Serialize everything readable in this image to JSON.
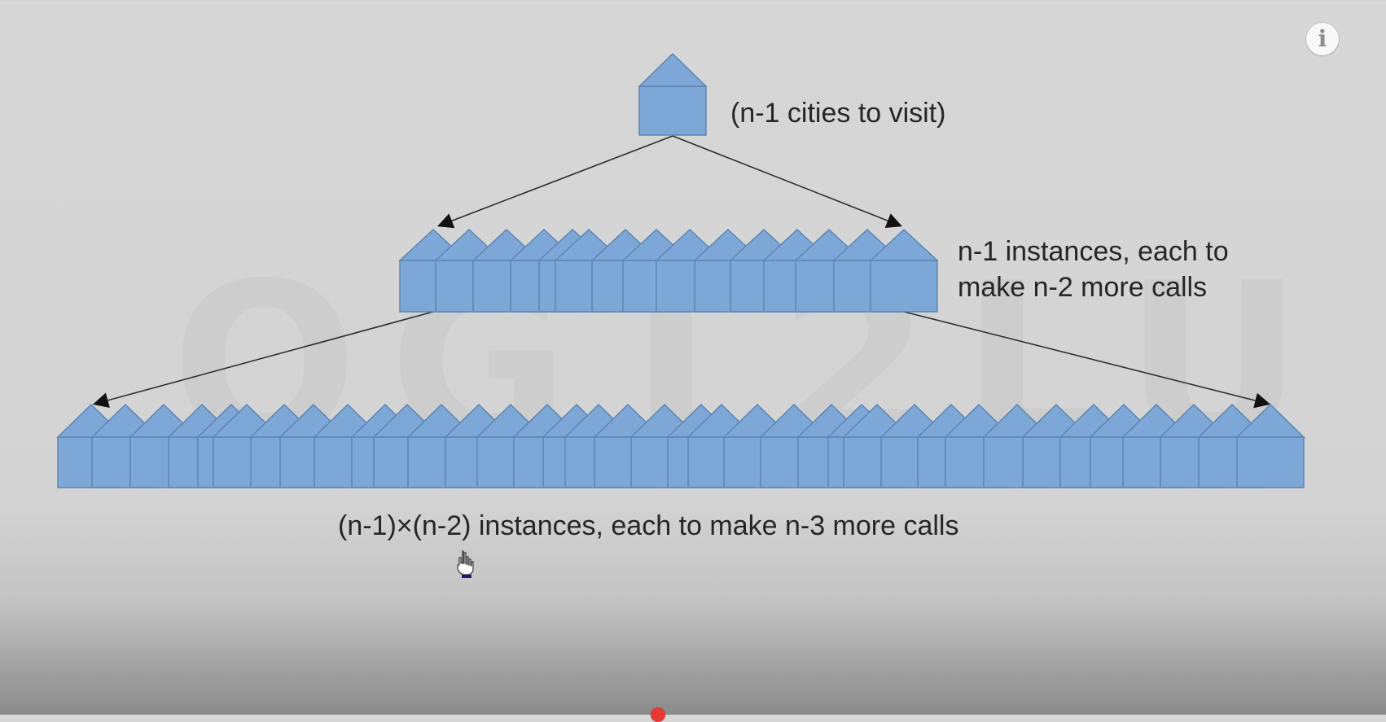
{
  "diagram": {
    "root_text": "(n-1 cities to visit)",
    "level1_text": "n-1 instances, each to\nmake n-2 more calls",
    "level2_text": "(n-1)×(n-2) instances, each to make n-3 more calls"
  },
  "ui": {
    "info_label": "i",
    "info_icon": "info-icon",
    "cursor_icon": "hand-pointer-icon",
    "progress_icon": "progress-dot-icon"
  },
  "colors": {
    "house_fill": "#7ca7d6",
    "house_stroke": "#5d86b4",
    "arrow": "#2f2f2f",
    "text": "#262626",
    "progress": "#e53935"
  }
}
